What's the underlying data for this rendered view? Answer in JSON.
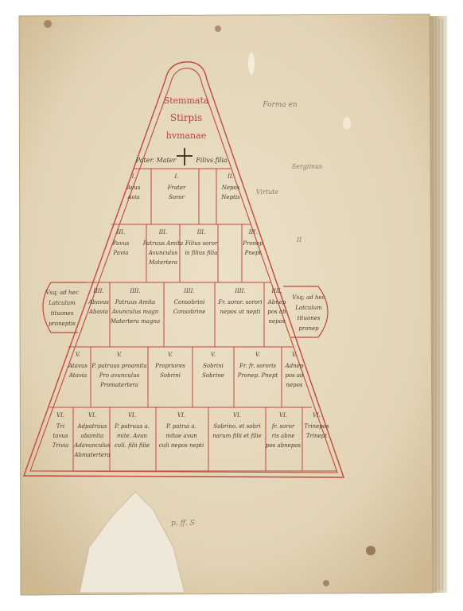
{
  "colors": {
    "parchment": "#e6d9bf",
    "parchment_dark": "#cdb893",
    "rubric_red": "#c4473c",
    "ink": "#4a3a2c"
  },
  "manuscript": {
    "title": [
      "Stemmata",
      "Stirpis",
      "hvmanae"
    ],
    "apex": {
      "left": "Pater. Mater",
      "right": "Filivs.filia"
    },
    "margin_notes": [
      "Forma en",
      "Sergimus",
      "Virtute",
      "II"
    ],
    "side_left": [
      "Vsq; ad hec",
      "Latculum",
      "tituones",
      "proneptis"
    ],
    "side_right": [
      "Vsq; ad hec",
      "Latculum",
      "tituones",
      "pronep"
    ],
    "cells": [
      {
        "num": "I",
        "lines": [
          "Avus",
          "Avia"
        ]
      },
      {
        "num": "I",
        "lines": [
          "Frater",
          "Soror"
        ]
      },
      {
        "num": "II",
        "lines": [
          "Nepos",
          "Neptis"
        ]
      },
      {
        "num": "III",
        "lines": [
          "Pavus",
          "Pavia"
        ]
      },
      {
        "num": "III",
        "lines": [
          "Patruus Amita",
          "Avunculus",
          "Matertera"
        ]
      },
      {
        "num": "III",
        "lines": [
          "Filius soror",
          "is filius filia"
        ]
      },
      {
        "num": "III",
        "lines": [
          "Pronep",
          "Pnept"
        ]
      },
      {
        "num": "IIII",
        "lines": [
          "Abavus",
          "Abavia"
        ]
      },
      {
        "num": "IIII",
        "lines": [
          "Patruus Amita",
          "Avunculus magn",
          "Matertera magna"
        ]
      },
      {
        "num": "IIII",
        "lines": [
          "Consobrini",
          "Consobrine"
        ]
      },
      {
        "num": "IIII",
        "lines": [
          "Fr. soror. sorori",
          "nepos ut nepti"
        ]
      },
      {
        "num": "IIII",
        "lines": [
          "Abnep",
          "pos ab",
          "nepos"
        ]
      },
      {
        "num": "V",
        "lines": [
          "Atavus",
          "Atavia"
        ]
      },
      {
        "num": "V",
        "lines": [
          "P. patruus proamita",
          "Pro avunculus",
          "Promatertera"
        ]
      },
      {
        "num": "V",
        "lines": [
          "Propriores",
          "Sobrini"
        ]
      },
      {
        "num": "V",
        "lines": [
          "Sobrini",
          "Sobrine"
        ]
      },
      {
        "num": "V",
        "lines": [
          "Fr. fr. sororis",
          "Pronep. Pnept"
        ]
      },
      {
        "num": "V",
        "lines": [
          "Adnep",
          "pos ad",
          "nepos"
        ]
      },
      {
        "num": "VI",
        "lines": [
          "Tri",
          "tavus",
          "Trivia"
        ]
      },
      {
        "num": "VI",
        "lines": [
          "Adpatruus",
          "abamita",
          "Adavunculus",
          "Abmatertera"
        ]
      },
      {
        "num": "VI",
        "lines": [
          "P. patruus a.",
          "mite. Avun",
          "culi. filii filie"
        ]
      },
      {
        "num": "VI",
        "lines": [
          "P. patrui a.",
          "mitae avun",
          "culi nepos nepti"
        ]
      },
      {
        "num": "VI",
        "lines": [
          "Sobrino. et sobri",
          "narum filii et filie"
        ]
      },
      {
        "num": "VI",
        "lines": [
          "fr. soror",
          "ris abne",
          "pos abnepos"
        ]
      },
      {
        "num": "VI",
        "lines": [
          "Trinepos",
          "Trinept"
        ]
      }
    ],
    "bottom_scribble": "p. ff. S"
  }
}
